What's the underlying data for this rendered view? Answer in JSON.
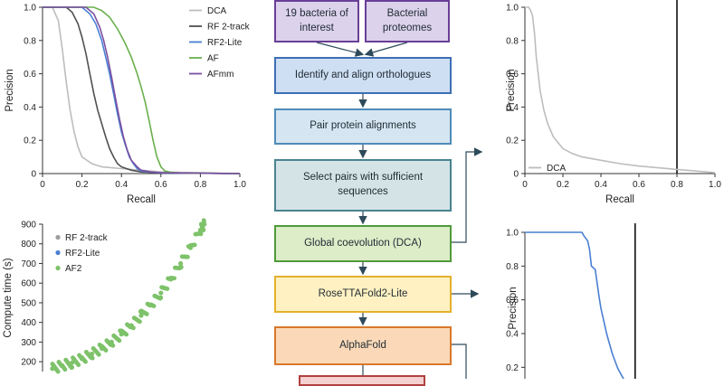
{
  "chart_data": [
    {
      "id": "pr-methods",
      "type": "line",
      "xlabel": "Recall",
      "ylabel": "Precision",
      "xlim": [
        0,
        1.0
      ],
      "ylim": [
        0,
        1.0
      ],
      "xticks": [
        "0",
        "0.2",
        "0.4",
        "0.6",
        "0.8",
        "1.0"
      ],
      "yticks": [
        "0",
        "0.2",
        "0.4",
        "0.6",
        "0.8",
        "1.0"
      ],
      "legend_position": "right",
      "grid": false,
      "series": [
        {
          "name": "DCA",
          "color": "#bdbdbd",
          "x": [
            0,
            0.02,
            0.05,
            0.08,
            0.1,
            0.12,
            0.14,
            0.16,
            0.18,
            0.2,
            0.25,
            0.3,
            0.4,
            0.5,
            0.6,
            1.0
          ],
          "y": [
            1.0,
            1.0,
            1.0,
            0.92,
            0.75,
            0.55,
            0.38,
            0.25,
            0.16,
            0.1,
            0.06,
            0.04,
            0.03,
            0.02,
            0.01,
            0.0
          ]
        },
        {
          "name": "RF 2-track",
          "color": "#505050",
          "x": [
            0,
            0.12,
            0.15,
            0.18,
            0.2,
            0.22,
            0.24,
            0.26,
            0.28,
            0.3,
            0.32,
            0.34,
            0.36,
            0.38,
            0.4,
            0.45,
            0.5,
            0.6,
            1.0
          ],
          "y": [
            1.0,
            1.0,
            0.97,
            0.9,
            0.82,
            0.72,
            0.6,
            0.48,
            0.38,
            0.3,
            0.22,
            0.15,
            0.1,
            0.06,
            0.04,
            0.02,
            0.01,
            0.005,
            0.0
          ]
        },
        {
          "name": "RF2-Lite",
          "color": "#4a7fd4",
          "x": [
            0,
            0.2,
            0.24,
            0.27,
            0.3,
            0.32,
            0.34,
            0.36,
            0.38,
            0.4,
            0.42,
            0.44,
            0.46,
            0.48,
            0.5,
            0.55,
            0.6,
            1.0
          ],
          "y": [
            1.0,
            1.0,
            0.96,
            0.9,
            0.8,
            0.7,
            0.6,
            0.48,
            0.36,
            0.25,
            0.17,
            0.1,
            0.06,
            0.03,
            0.015,
            0.008,
            0.004,
            0.0
          ]
        },
        {
          "name": "AF",
          "color": "#6ab04c",
          "x": [
            0,
            0.26,
            0.3,
            0.34,
            0.38,
            0.42,
            0.45,
            0.48,
            0.5,
            0.52,
            0.54,
            0.56,
            0.58,
            0.6,
            0.62,
            0.65,
            0.7,
            1.0
          ],
          "y": [
            1.0,
            1.0,
            0.98,
            0.94,
            0.87,
            0.78,
            0.7,
            0.6,
            0.52,
            0.43,
            0.32,
            0.2,
            0.1,
            0.04,
            0.015,
            0.008,
            0.004,
            0.0
          ]
        },
        {
          "name": "AFmm",
          "color": "#7b4fa0",
          "x": [
            0,
            0.22,
            0.26,
            0.29,
            0.31,
            0.33,
            0.35,
            0.37,
            0.39,
            0.41,
            0.43,
            0.45,
            0.48,
            0.5,
            0.55,
            0.6,
            1.0
          ],
          "y": [
            1.0,
            1.0,
            0.96,
            0.88,
            0.8,
            0.7,
            0.58,
            0.45,
            0.33,
            0.22,
            0.14,
            0.08,
            0.04,
            0.02,
            0.01,
            0.005,
            0.0
          ]
        }
      ]
    },
    {
      "id": "compute-time",
      "type": "scatter",
      "xlabel": "",
      "ylabel": "Compute time (s)",
      "ylim": [
        150,
        900
      ],
      "xlim": [
        0,
        1.0
      ],
      "yticks": [
        "200",
        "300",
        "400",
        "500",
        "600",
        "700",
        "800",
        "900"
      ],
      "legend_position": "top-left",
      "grid": false,
      "series": [
        {
          "name": "RF 2-track",
          "color": "#9e9e9e",
          "x": [],
          "y": []
        },
        {
          "name": "RF2-Lite",
          "color": "#4a7fd4",
          "x": [],
          "y": []
        },
        {
          "name": "AF2",
          "color": "#7ec26a",
          "x": [
            0.05,
            0.1,
            0.15,
            0.2,
            0.25,
            0.3,
            0.35,
            0.4,
            0.45,
            0.5,
            0.55,
            0.6,
            0.65,
            0.7,
            0.75,
            0.8,
            0.82
          ],
          "y": [
            165,
            180,
            195,
            215,
            240,
            268,
            300,
            340,
            385,
            435,
            490,
            550,
            620,
            700,
            780,
            870,
            900
          ]
        }
      ]
    },
    {
      "id": "pr-dca",
      "type": "line",
      "xlabel": "Recall",
      "ylabel": "Precision",
      "xlim": [
        0,
        1.0
      ],
      "ylim": [
        0,
        1.0
      ],
      "xticks": [
        "0",
        "0.2",
        "0.4",
        "0.6",
        "0.8",
        "1.0"
      ],
      "yticks": [
        "0",
        "0.2",
        "0.4",
        "0.6",
        "0.8",
        "1.0"
      ],
      "legend_position": "bottom-left",
      "vline_x": 0.8,
      "grid": false,
      "series": [
        {
          "name": "DCA",
          "color": "#bdbdbd",
          "x": [
            0,
            0.02,
            0.03,
            0.04,
            0.05,
            0.06,
            0.08,
            0.1,
            0.12,
            0.15,
            0.2,
            0.25,
            0.3,
            0.4,
            0.5,
            0.6,
            0.7,
            0.8,
            0.9,
            1.0
          ],
          "y": [
            1.0,
            1.0,
            0.98,
            0.95,
            0.85,
            0.7,
            0.5,
            0.38,
            0.3,
            0.22,
            0.15,
            0.12,
            0.1,
            0.08,
            0.06,
            0.045,
            0.035,
            0.025,
            0.015,
            0.005
          ]
        }
      ]
    },
    {
      "id": "pr-zoom",
      "type": "line",
      "xlabel": "",
      "ylabel": "Precision",
      "xlim": [
        0,
        1.0
      ],
      "ylim": [
        0.1,
        1.0
      ],
      "yticks": [
        "0.2",
        "0.4",
        "0.6",
        "0.8",
        "1.0"
      ],
      "vline_x": 0.58,
      "grid": false,
      "series": [
        {
          "name": "",
          "color": "#4a7fd4",
          "x": [
            0,
            0.3,
            0.31,
            0.33,
            0.34,
            0.35,
            0.37,
            0.38,
            0.39,
            0.4,
            0.41,
            0.42,
            0.43,
            0.44,
            0.45,
            0.46,
            0.47,
            0.48,
            0.49,
            0.5,
            0.51,
            0.52
          ],
          "y": [
            1.0,
            1.0,
            0.98,
            0.95,
            0.9,
            0.8,
            0.78,
            0.7,
            0.62,
            0.55,
            0.5,
            0.45,
            0.4,
            0.36,
            0.32,
            0.28,
            0.25,
            0.22,
            0.19,
            0.17,
            0.15,
            0.13
          ]
        }
      ]
    }
  ],
  "flowchart": {
    "inputs": [
      "19 bacteria of interest",
      "Bacterial proteomes"
    ],
    "steps": [
      "Identify and align orthologues",
      "Pair protein alignments",
      "Select pairs with sufficient sequences",
      "Global coevolution (DCA)",
      "RoseTTAFold2-Lite",
      "AlphaFold"
    ],
    "colors": {
      "purple_fill": "#dcd2ec",
      "purple_stroke": "#6a3f96",
      "blue_fill": "#cfdff3",
      "blue_stroke": "#3d6fb3",
      "lightblue_fill": "#d5e6f2",
      "lightblue_stroke": "#4f8bb8",
      "teal_fill": "#d4e4e6",
      "teal_stroke": "#4a8290",
      "green_fill": "#dcedc8",
      "green_stroke": "#4f9a3a",
      "yellow_fill": "#fff1c2",
      "yellow_stroke": "#e3b12c",
      "orange_fill": "#fbd9b8",
      "orange_stroke": "#d9782b",
      "red_stroke": "#b04040"
    }
  }
}
